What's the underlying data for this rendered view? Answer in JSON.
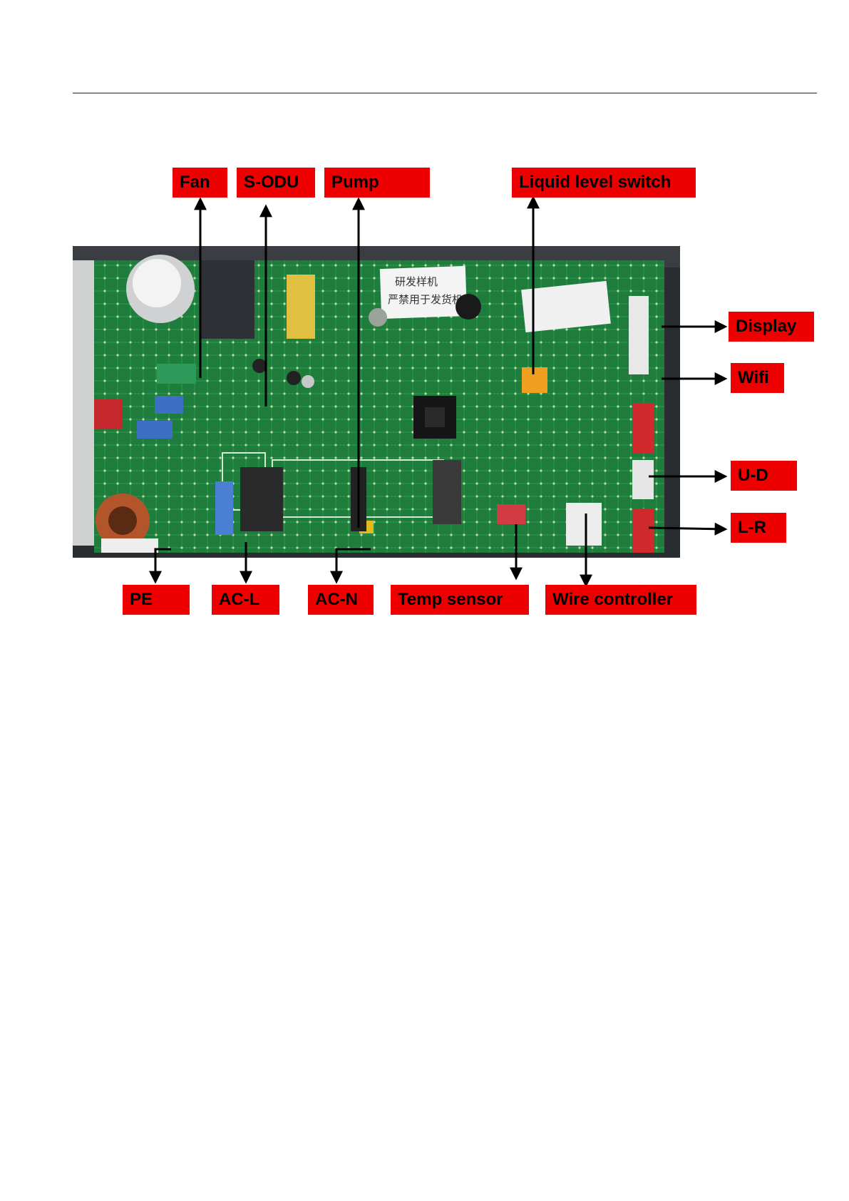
{
  "labels": {
    "fan": "Fan",
    "s_odu": "S-ODU",
    "pump": "Pump",
    "liquid_level_switch": "Liquid level switch",
    "display": "Display",
    "wifi": "Wifi",
    "u_d": "U-D",
    "l_r": "L-R",
    "pe": "PE",
    "ac_l": "AC-L",
    "ac_n": "AC-N",
    "temp_sensor": "Temp sensor",
    "wire_controller": "Wire controller"
  },
  "photo": {
    "sticker_line1": "研发样机",
    "sticker_line2": "严禁用于发货机"
  },
  "colors": {
    "label_bg": "#ee0000",
    "pcb_green": "#1f7a3a",
    "arrow": "#000000"
  }
}
